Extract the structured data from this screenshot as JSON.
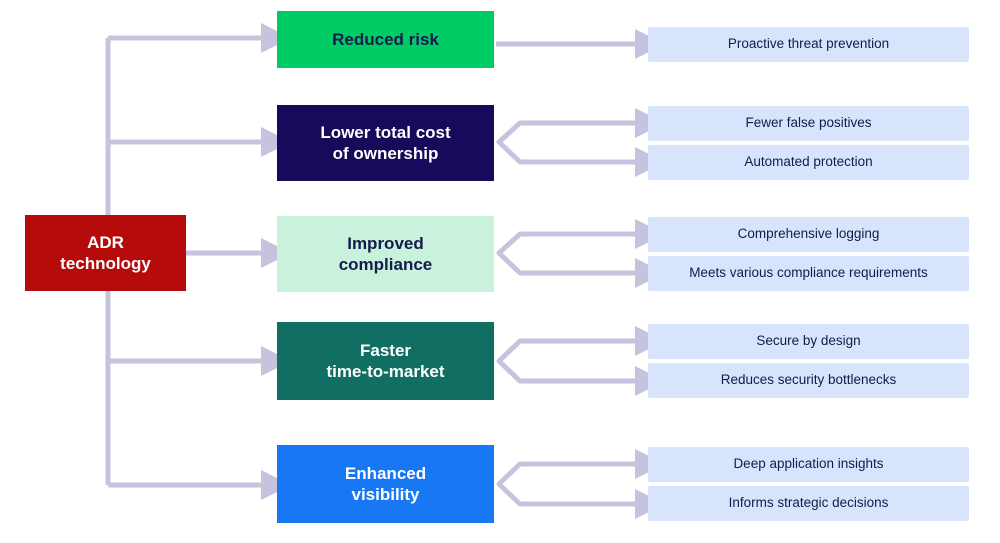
{
  "diagram": {
    "title": "ADR technology benefits tree",
    "type": "tree-diagram",
    "colors": {
      "root_fill": "#b50b0b",
      "root_text": "#ffffff",
      "connector": "#c5c3dd",
      "detail_fill": "#d7e4fb",
      "detail_text": "#141b4d",
      "background": "#ffffff"
    },
    "root": {
      "label": "ADR\ntechnology",
      "fill": "#b50b0b",
      "text_color": "#ffffff"
    },
    "branches": [
      {
        "id": "reduced-risk",
        "label": "Reduced risk",
        "fill": "#00cc66",
        "text_color": "#141b4d",
        "details": [
          {
            "label": "Proactive threat prevention"
          }
        ]
      },
      {
        "id": "lower-total-cost-of-ownership",
        "label": "Lower total cost\nof ownership",
        "fill": "#160a5a",
        "text_color": "#ffffff",
        "details": [
          {
            "label": "Fewer false positives"
          },
          {
            "label": "Automated protection"
          }
        ]
      },
      {
        "id": "improved-compliance",
        "label": "Improved\ncompliance",
        "fill": "#c9f2dc",
        "text_color": "#141b4d",
        "details": [
          {
            "label": "Comprehensive logging"
          },
          {
            "label": "Meets various compliance requirements"
          }
        ]
      },
      {
        "id": "faster-time-to-market",
        "label": "Faster\ntime-to-market",
        "fill": "#106e63",
        "text_color": "#ffffff",
        "details": [
          {
            "label": "Secure by design"
          },
          {
            "label": "Reduces security bottlenecks"
          }
        ]
      },
      {
        "id": "enhanced-visibility",
        "label": "Enhanced\nvisibility",
        "fill": "#1877f2",
        "text_color": "#ffffff",
        "details": [
          {
            "label": "Deep application insights"
          },
          {
            "label": "Informs strategic decisions"
          }
        ]
      }
    ]
  }
}
